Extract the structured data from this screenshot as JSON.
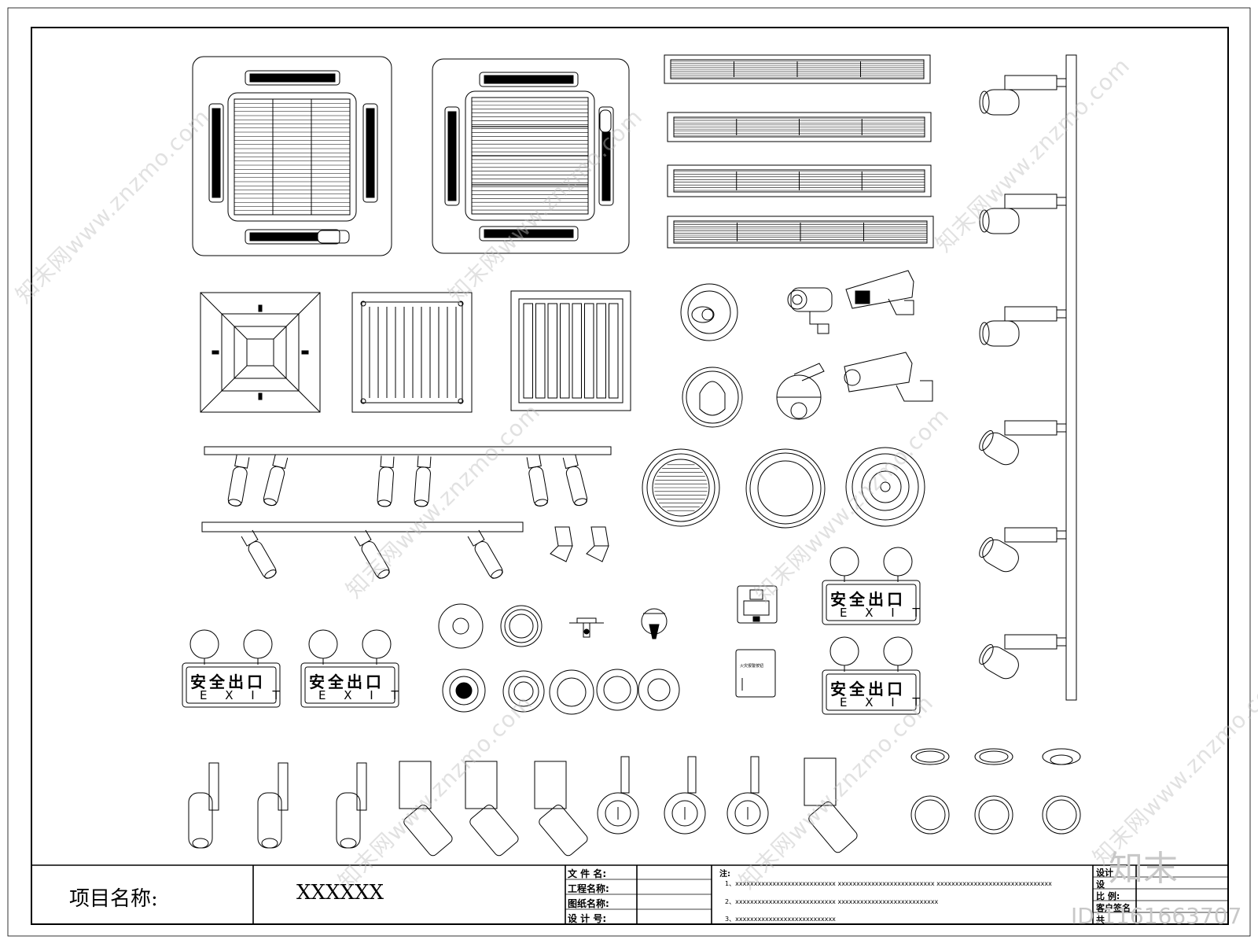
{
  "title_block": {
    "project_label": "项目名称:",
    "project_value": "XXXXXX",
    "fields": [
      "文 件 名:",
      "工程名称:",
      "图纸名称:",
      "设 计 号:"
    ],
    "notes_label": "注:",
    "notes": [
      "1、xxxxxxxxxxxxxxxxxxxxxxxxxxx    xxxxxxxxxxxxxxxxxxxxxxxxxx    xxxxxxxxxxxxxxxxxxxxxxxxxxxxxxx",
      "2、xxxxxxxxxxxxxxxxxxxxxxxxxxx    xxxxxxxxxxxxxxxxxxxxxxxxxxx",
      "3、xxxxxxxxxxxxxxxxxxxxxxxxxxx"
    ],
    "right_fields": [
      "设计",
      "设",
      "比   例:",
      "客户签名",
      "共"
    ]
  },
  "exit_sign": {
    "cn": "安全出口",
    "en": "E X I T"
  },
  "watermark": "知末网www.znzmo.com",
  "brand": "知末",
  "id_text": "ID:1161663707",
  "panel_caption": "火灾报警按钮"
}
